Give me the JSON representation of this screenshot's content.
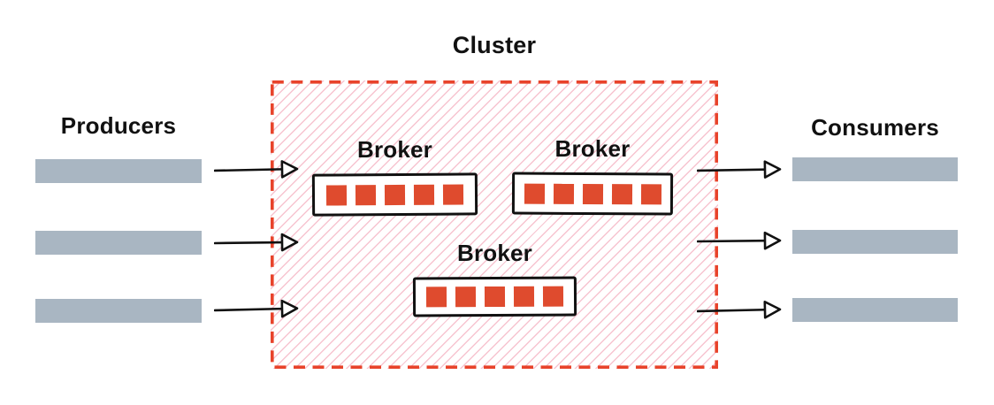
{
  "diagram": {
    "title": "Cluster",
    "producers": {
      "label": "Producers",
      "count": 3
    },
    "consumers": {
      "label": "Consumers",
      "count": 3
    },
    "brokers": [
      {
        "label": "Broker",
        "partitions": 5
      },
      {
        "label": "Broker",
        "partitions": 5
      },
      {
        "label": "Broker",
        "partitions": 5
      }
    ],
    "arrows": {
      "into_cluster": 3,
      "out_of_cluster": 3
    },
    "colors": {
      "cluster_border": "#E8432B",
      "partition_red": "#DF4B2E",
      "hatch_pink": "#F5C8D4",
      "bar_gray": "#A9B6C2",
      "text": "#111111"
    }
  }
}
